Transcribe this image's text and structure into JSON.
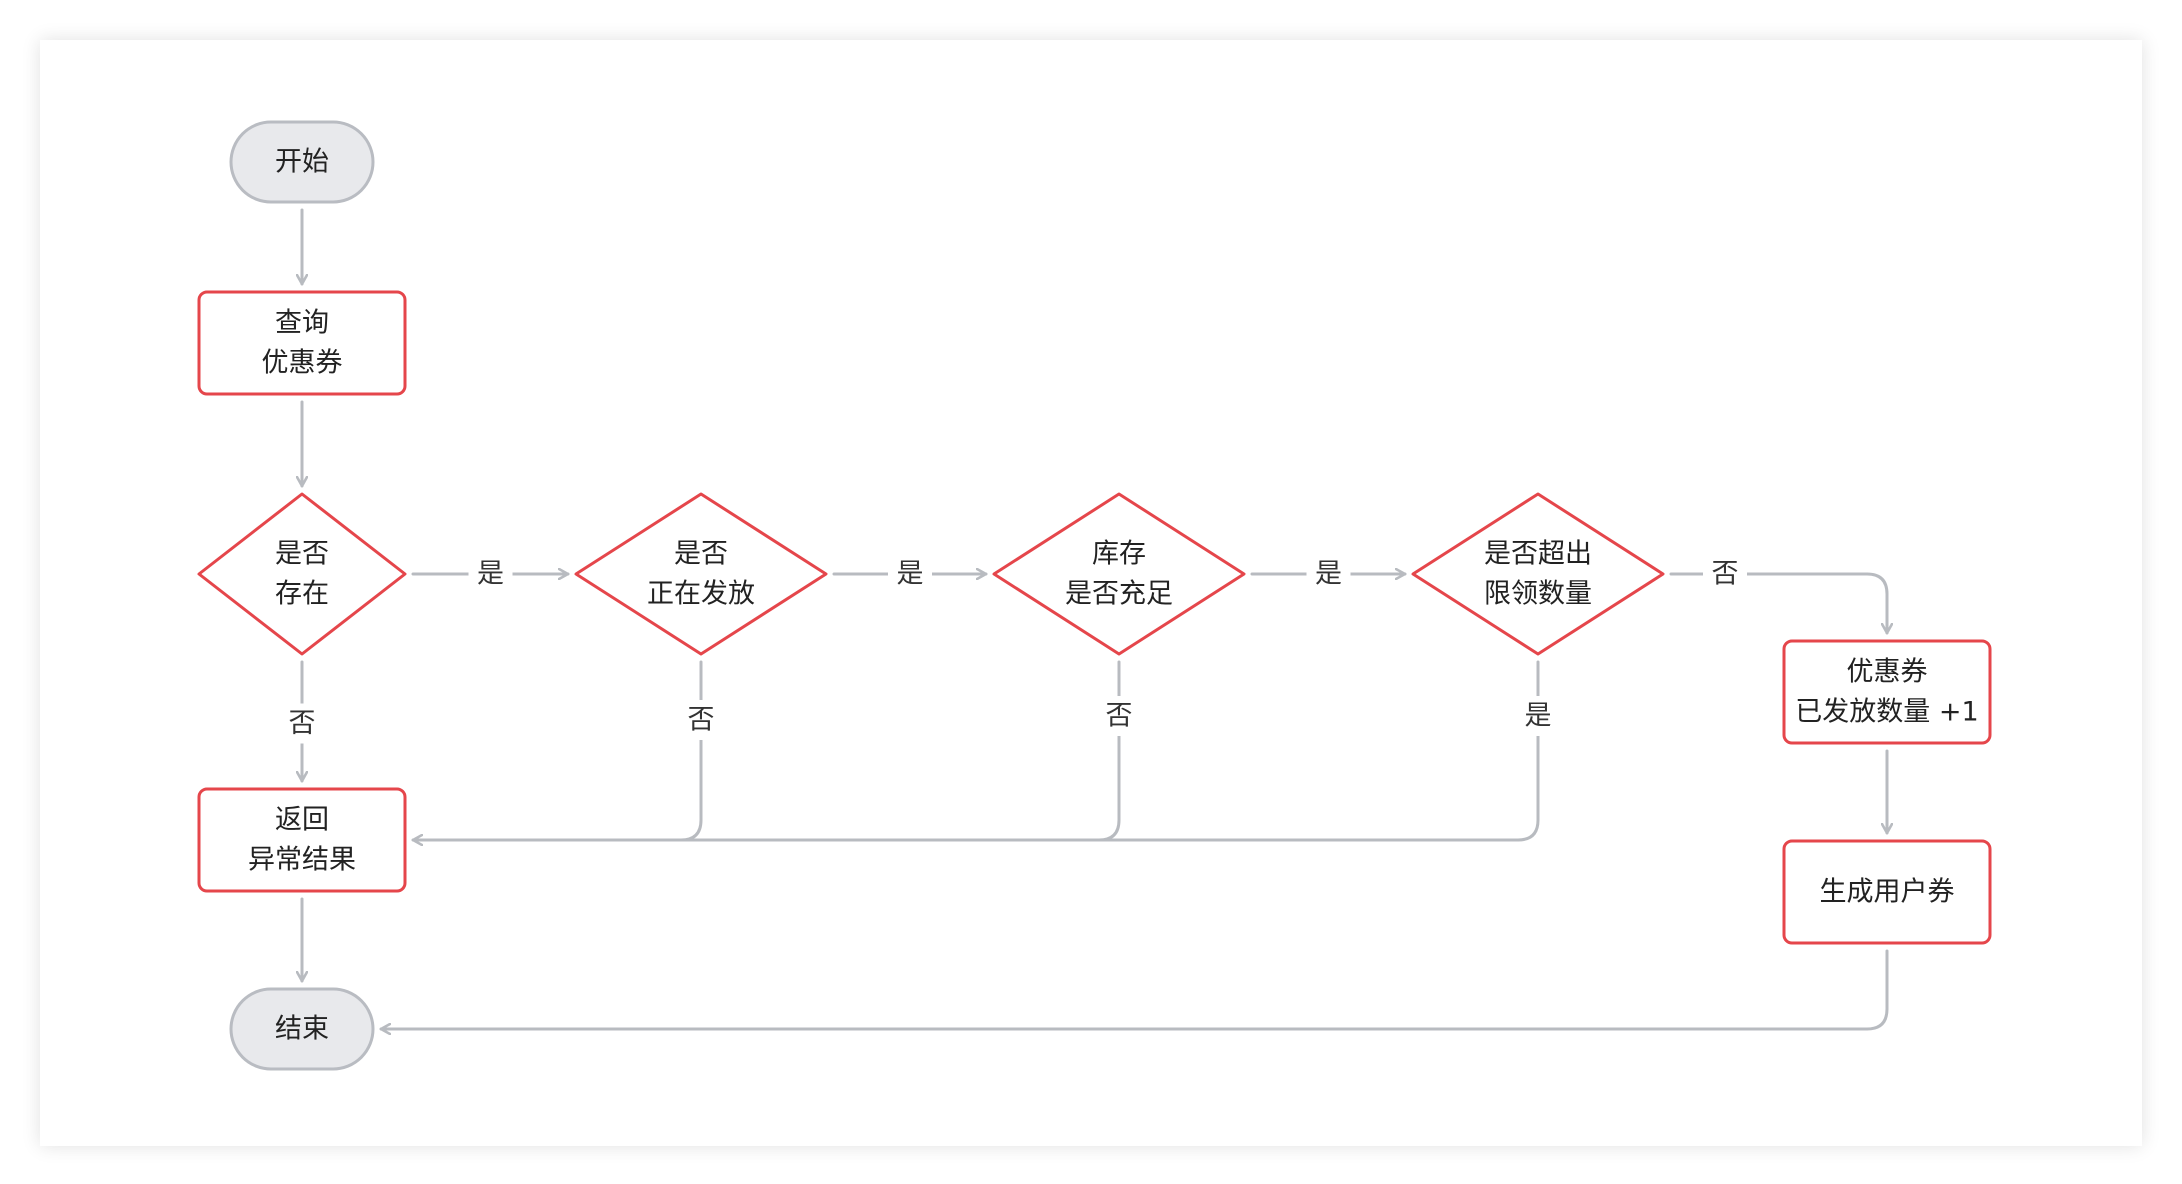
{
  "colors": {
    "process_border": "#e5464b",
    "terminal_fill": "#e8e9ec",
    "terminal_border": "#b9bcc2",
    "edge": "#b8bbc0",
    "text": "#222222"
  },
  "nodes": {
    "start": {
      "lines": [
        "开始"
      ]
    },
    "query": {
      "lines": [
        "查询",
        "优惠券"
      ]
    },
    "exists": {
      "lines": [
        "是否",
        "存在"
      ]
    },
    "issuing": {
      "lines": [
        "是否",
        "正在发放"
      ]
    },
    "stock": {
      "lines": [
        "库存",
        "是否充足"
      ]
    },
    "limit": {
      "lines": [
        "是否超出",
        "限领数量"
      ]
    },
    "increment": {
      "lines": [
        "优惠券",
        "已发放数量 +1"
      ]
    },
    "generate": {
      "lines": [
        "生成用户券"
      ]
    },
    "error": {
      "lines": [
        "返回",
        "异常结果"
      ]
    },
    "end": {
      "lines": [
        "结束"
      ]
    }
  },
  "edge_labels": {
    "exists_yes": "是",
    "issuing_yes": "是",
    "stock_yes": "是",
    "limit_no": "否",
    "exists_no": "否",
    "issuing_no": "否",
    "stock_no": "否",
    "limit_yes": "是"
  }
}
